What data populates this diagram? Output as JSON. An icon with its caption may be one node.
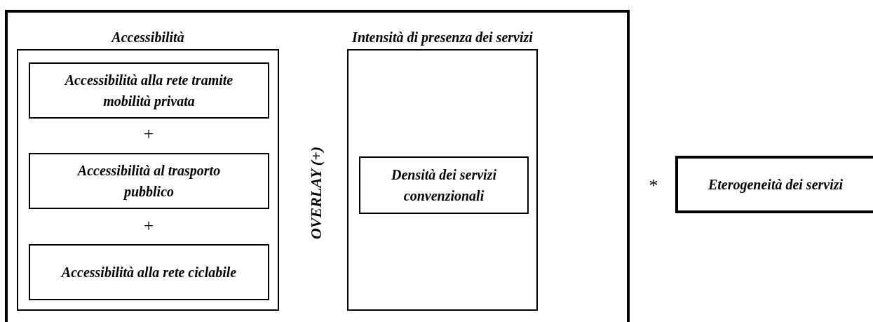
{
  "diagram": {
    "nodes": [
      {
        "text": [],
        "shape": "box"
      },
      {
        "text": [
          "Accessibilità"
        ],
        "in": 0
      },
      {
        "text": [
          "Accessibilità alla rete tramite mobilità privata"
        ],
        "in": 1
      },
      {
        "text": [
          "Accessibilità al trasporto pubblico"
        ],
        "in": 1
      },
      {
        "text": [
          "Accessibilità alla rete ciclabile"
        ],
        "in": 1
      },
      {
        "text": [
          "Intensità di presenza dei servizi"
        ],
        "in": 0
      },
      {
        "text": [
          "Densità dei servizi convenzionali"
        ],
        "in": 5
      },
      {
        "text": [
          "Eterogeneità dei servizi"
        ]
      }
    ],
    "labels": [
      "+",
      "+",
      "OVERLAY (+)",
      "*"
    ]
  }
}
